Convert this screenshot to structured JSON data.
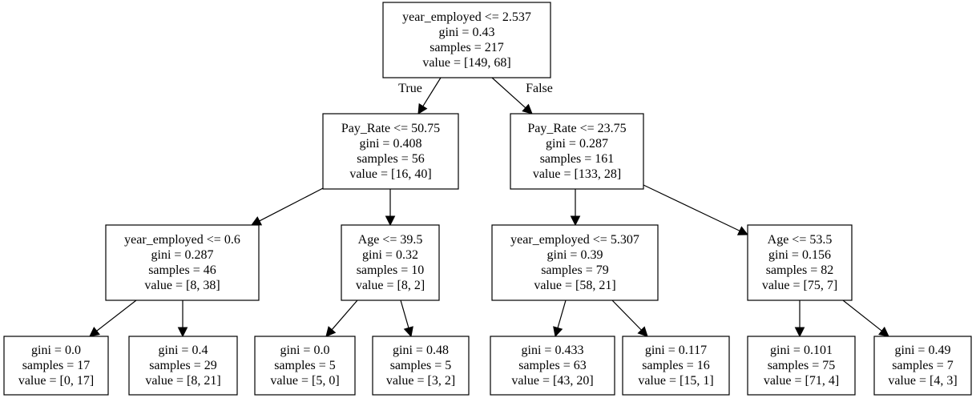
{
  "tree": {
    "nodes": [
      {
        "id": "n0",
        "lines": [
          "year_employed <= 2.537",
          "gini = 0.43",
          "samples = 217",
          "value = [149, 68]"
        ]
      },
      {
        "id": "n1",
        "lines": [
          "Pay_Rate <= 50.75",
          "gini = 0.408",
          "samples = 56",
          "value = [16, 40]"
        ]
      },
      {
        "id": "n2",
        "lines": [
          "Pay_Rate <= 23.75",
          "gini = 0.287",
          "samples = 161",
          "value = [133, 28]"
        ]
      },
      {
        "id": "n3",
        "lines": [
          "year_employed <= 0.6",
          "gini = 0.287",
          "samples = 46",
          "value = [8, 38]"
        ]
      },
      {
        "id": "n4",
        "lines": [
          "Age <= 39.5",
          "gini = 0.32",
          "samples = 10",
          "value = [8, 2]"
        ]
      },
      {
        "id": "n5",
        "lines": [
          "year_employed <= 5.307",
          "gini = 0.39",
          "samples = 79",
          "value = [58, 21]"
        ]
      },
      {
        "id": "n6",
        "lines": [
          "Age <= 53.5",
          "gini = 0.156",
          "samples = 82",
          "value = [75, 7]"
        ]
      },
      {
        "id": "n7",
        "lines": [
          "gini = 0.0",
          "samples = 17",
          "value = [0, 17]"
        ]
      },
      {
        "id": "n8",
        "lines": [
          "gini = 0.4",
          "samples = 29",
          "value = [8, 21]"
        ]
      },
      {
        "id": "n9",
        "lines": [
          "gini = 0.0",
          "samples = 5",
          "value = [5, 0]"
        ]
      },
      {
        "id": "n10",
        "lines": [
          "gini = 0.48",
          "samples = 5",
          "value = [3, 2]"
        ]
      },
      {
        "id": "n11",
        "lines": [
          "gini = 0.433",
          "samples = 63",
          "value = [43, 20]"
        ]
      },
      {
        "id": "n12",
        "lines": [
          "gini = 0.117",
          "samples = 16",
          "value = [15, 1]"
        ]
      },
      {
        "id": "n13",
        "lines": [
          "gini = 0.101",
          "samples = 75",
          "value = [71, 4]"
        ]
      },
      {
        "id": "n14",
        "lines": [
          "gini = 0.49",
          "samples = 7",
          "value = [4, 3]"
        ]
      }
    ],
    "edges": [
      {
        "from": "n0",
        "to": "n1",
        "label": "True"
      },
      {
        "from": "n0",
        "to": "n2",
        "label": "False"
      },
      {
        "from": "n1",
        "to": "n3",
        "label": ""
      },
      {
        "from": "n1",
        "to": "n4",
        "label": ""
      },
      {
        "from": "n2",
        "to": "n5",
        "label": ""
      },
      {
        "from": "n2",
        "to": "n6",
        "label": ""
      },
      {
        "from": "n3",
        "to": "n7",
        "label": ""
      },
      {
        "from": "n3",
        "to": "n8",
        "label": ""
      },
      {
        "from": "n4",
        "to": "n9",
        "label": ""
      },
      {
        "from": "n4",
        "to": "n10",
        "label": ""
      },
      {
        "from": "n5",
        "to": "n11",
        "label": ""
      },
      {
        "from": "n5",
        "to": "n12",
        "label": ""
      },
      {
        "from": "n6",
        "to": "n13",
        "label": ""
      },
      {
        "from": "n6",
        "to": "n14",
        "label": ""
      }
    ]
  }
}
